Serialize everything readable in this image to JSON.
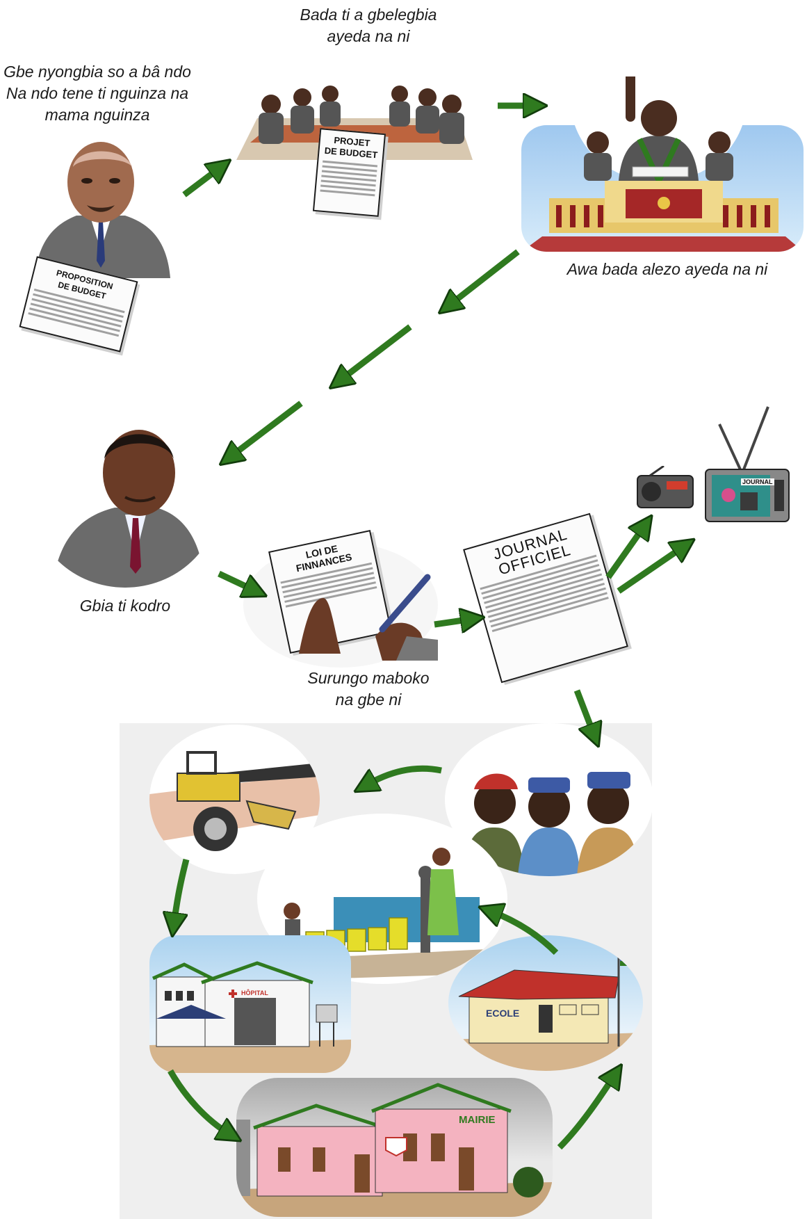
{
  "captions": {
    "minister": [
      "Gbe nyongbia so a bâ ndo",
      "Na ndo tene ti nguinza na",
      "mama nguinza"
    ],
    "government": [
      "Bada ti a gbelegbia",
      "ayeda na ni"
    ],
    "assembly": [
      "Awa bada alezo ayeda na  ni"
    ],
    "president": [
      "Gbia ti kodro"
    ],
    "signature": [
      "Surungo maboko",
      "na gbe ni"
    ]
  },
  "documents": {
    "proposition": [
      "PROPOSITION",
      "DE BUDGET"
    ],
    "projet": [
      "PROJET",
      "DE BUDGET"
    ],
    "loi": [
      "LOI DE",
      "FINNANCES"
    ],
    "journal": [
      "JOURNAL",
      "OFFICIEL"
    ]
  },
  "labels": {
    "tv_journal": "JOURNAL",
    "hopital": "HÔPITAL",
    "ecole": "ECOLE",
    "mairie": "MAIRIE"
  },
  "colors": {
    "arrow": "#2f7a1f",
    "arrow_edge": "#123d0c",
    "panel": "#efefef",
    "mairie": "#f4b3c0",
    "ecole_roof": "#c0312b"
  }
}
